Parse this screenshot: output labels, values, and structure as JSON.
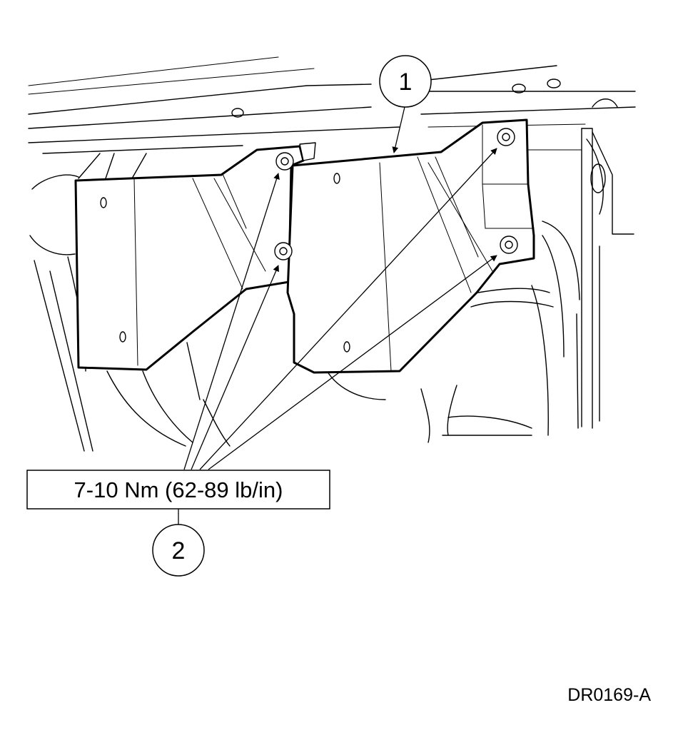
{
  "callouts": [
    {
      "number": "1"
    },
    {
      "number": "2"
    }
  ],
  "torque_spec": "7-10 Nm (62-89 lb/in)",
  "figure_id": "DR0169-A"
}
